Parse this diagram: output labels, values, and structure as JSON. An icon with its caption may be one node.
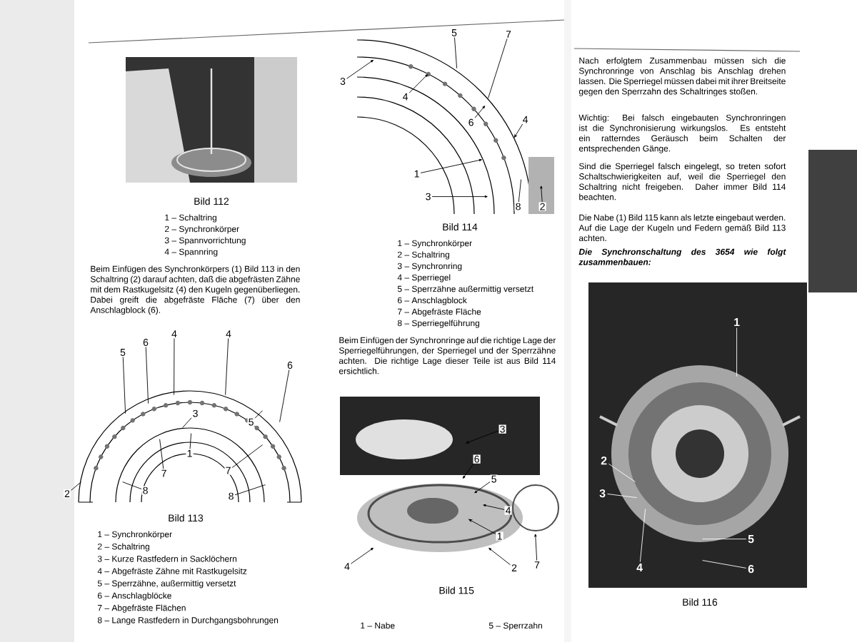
{
  "diagram": {
    "nodes": [
      {
        "text": [],
        "shape": "picture",
        "beside": [
          "Bild 112"
        ]
      },
      {
        "text": [],
        "shape": "picture",
        "beside": [
          "Bild 113"
        ]
      },
      {
        "text": [],
        "shape": "picture",
        "beside": [
          "Bild 114"
        ]
      },
      {
        "text": [],
        "shape": "picture"
      },
      {
        "text": [],
        "shape": "picture",
        "beside": [
          "Bild 116"
        ]
      },
      {
        "text": [
          "5"
        ]
      },
      {
        "text": [
          "6"
        ]
      },
      {
        "text": [
          "4"
        ]
      },
      {
        "text": [
          "4"
        ]
      },
      {
        "text": [
          "6"
        ]
      },
      {
        "text": [
          "3"
        ],
        "in": 1
      },
      {
        "text": [
          "5"
        ],
        "in": 1
      },
      {
        "text": [
          "1"
        ],
        "in": 1
      },
      {
        "text": [
          "7"
        ],
        "in": 1
      },
      {
        "text": [
          "7"
        ],
        "in": 1
      },
      {
        "text": [
          "2"
        ]
      },
      {
        "text": [
          "8"
        ],
        "in": 1
      },
      {
        "text": [
          "8"
        ],
        "in": 1
      },
      {
        "text": [
          "3"
        ]
      },
      {
        "text": [
          "4"
        ],
        "in": 2
      },
      {
        "text": [
          "5"
        ]
      },
      {
        "text": [
          "7"
        ]
      },
      {
        "text": [
          "6"
        ],
        "in": 2
      },
      {
        "text": [
          "4"
        ],
        "in": 2
      },
      {
        "text": [
          "1"
        ],
        "in": 2
      },
      {
        "text": [
          "3"
        ],
        "in": 2
      },
      {
        "text": [
          "8"
        ],
        "in": 2
      },
      {
        "text": [
          "2"
        ],
        "in": 2
      },
      {
        "text": [
          "3"
        ],
        "in": 3
      },
      {
        "text": [
          "6"
        ],
        "in": 3
      },
      {
        "text": [
          "5"
        ],
        "in": 3
      },
      {
        "text": [
          "4"
        ],
        "in": 3
      },
      {
        "text": [
          "1"
        ],
        "in": 3
      },
      {
        "text": [
          "4"
        ]
      },
      {
        "text": [
          "2"
        ]
      },
      {
        "text": [
          "7"
        ]
      },
      {
        "text": [
          "1"
        ],
        "in": 4
      },
      {
        "text": [
          "2"
        ],
        "in": 4
      },
      {
        "text": [
          "3"
        ],
        "in": 4
      },
      {
        "text": [
          "4"
        ],
        "in": 4
      },
      {
        "text": [
          "5"
        ],
        "in": 4
      },
      {
        "text": [
          "6"
        ],
        "in": 4
      }
    ],
    "edges": [
      {
        "from": 5,
        "to": 1,
        "arrow": "none"
      },
      {
        "from": 6,
        "to": 1,
        "arrow": "none"
      },
      {
        "from": 7,
        "to": 1,
        "arrow": "none"
      },
      {
        "from": 8,
        "to": 1,
        "arrow": "none"
      },
      {
        "from": 9,
        "to": 1,
        "arrow": "none"
      },
      {
        "from": 10,
        "to": 1,
        "arrow": "none"
      },
      {
        "from": 11,
        "to": 1,
        "arrow": "none"
      },
      {
        "from": 12,
        "to": 1,
        "arrow": "none"
      },
      {
        "from": 13,
        "to": 1,
        "arrow": "none"
      },
      {
        "from": 14,
        "to": 1,
        "arrow": "none"
      },
      {
        "from": 15,
        "to": 1,
        "arrow": "none"
      },
      {
        "from": 16,
        "to": 1,
        "arrow": "none"
      },
      {
        "from": 17,
        "to": 1,
        "arrow": "none"
      },
      {
        "from": 18,
        "to": 2,
        "arrow": "to"
      },
      {
        "from": 19,
        "to": 2,
        "arrow": "to"
      },
      {
        "from": 20,
        "to": 2,
        "arrow": "none"
      },
      {
        "from": 21,
        "to": 2,
        "arrow": "none"
      },
      {
        "from": 22,
        "to": 2,
        "arrow": "to"
      },
      {
        "from": 23,
        "to": 2,
        "arrow": "to"
      },
      {
        "from": 24,
        "to": 2,
        "arrow": "to"
      },
      {
        "from": 25,
        "to": 2,
        "arrow": "to"
      },
      {
        "from": 26,
        "to": 2,
        "arrow": "none"
      },
      {
        "from": 27,
        "to": 2,
        "arrow": "to"
      },
      {
        "from": 28,
        "to": 3,
        "arrow": "to"
      },
      {
        "from": 29,
        "to": 3,
        "arrow": "to"
      },
      {
        "from": 30,
        "to": 3,
        "arrow": "to"
      },
      {
        "from": 31,
        "to": 3,
        "arrow": "to"
      },
      {
        "from": 32,
        "to": 3,
        "arrow": "to"
      },
      {
        "from": 33,
        "to": 3,
        "arrow": "to"
      },
      {
        "from": 34,
        "to": 3,
        "arrow": "to"
      },
      {
        "from": 35,
        "to": 3,
        "arrow": "to"
      },
      {
        "from": 36,
        "to": 4,
        "arrow": "none",
        "color": "#ffffff"
      },
      {
        "from": 37,
        "to": 4,
        "arrow": "none",
        "color": "#ffffff"
      },
      {
        "from": 38,
        "to": 4,
        "arrow": "none",
        "color": "#ffffff"
      },
      {
        "from": 39,
        "to": 4,
        "arrow": "none",
        "color": "#ffffff"
      },
      {
        "from": 40,
        "to": 4,
        "arrow": "none",
        "color": "#ffffff"
      },
      {
        "from": 41,
        "to": 4,
        "arrow": "none",
        "color": "#ffffff"
      }
    ],
    "labels": [
      "1 – Schaltring",
      "2 – Synchronkörper",
      "3 – Spannvorrichtung",
      "4 – Spannring",
      "Beim Einfügen des Synchronkörpers (1) Bild 113 in den Schaltring (2) darauf achten, daß die abgefrästen Zähne mit dem Rastkugelsitz (4) den Kugeln gegenüberliegen. Dabei greift die abgefräste Fläche (7) über den Anschlagblock (6).",
      "1 – Synchronkörper",
      "2 – Schaltring",
      "3 – Kurze Rastfedern in Sacklöchern",
      "4 – Abgefräste Zähne mit Rastkugelsitz",
      "5 – Sperrzähne, außermittig versetzt",
      "6 – Anschlagblöcke",
      "7 – Abgefräste Flächen",
      "8 – Lange Rastfedern in Durchgangsbohrungen",
      "1 – Synchronkörper",
      "2 – Schaltring",
      "3 – Synchronring",
      "4 – Sperriegel",
      "5 – Sperrzähne außermittig versetzt",
      "6 – Anschlagblock",
      "7 – Abgefräste Fläche",
      "8 – Sperriegelführung",
      "Beim Einfügen der Synchronringe auf die richtige Lage der Sperriegelführungen, der Sperriegel und der Sperrzähne achten. Die richtige Lage dieser Teile ist aus Bild 114 ersichtlich.",
      "Bild 115",
      "1 – Nabe",
      "5 – Sperrzahn",
      "Nach erfolgtem Zusammenbau müssen sich die Synchronringe von Anschlag bis Anschlag drehen lassen. Die Sperriegel müssen dabei mit ihrer Breitseite gegen den Sperrzahn des Schaltringes stoßen.",
      "Wichtig: Bei falsch eingebauten Synchronringen ist die Synchronisierung wirkungslos. Es entsteht ein ratterndes Geräusch beim Schalten der entsprechenden Gänge.",
      "Sind die Sperriegel falsch eingelegt, so treten sofort Schaltschwierigkeiten auf, weil die Sperriegel den Schaltring nicht freigeben. Daher immer Bild 114 beachten.",
      "Die Nabe (1) Bild 115 kann als letzte eingebaut werden. Auf die Lage der Kugeln und Federn gemäß Bild 113 achten.",
      "Die Synchronschaltung des 3654 wie folgt zusammenbauen:"
    ]
  }
}
